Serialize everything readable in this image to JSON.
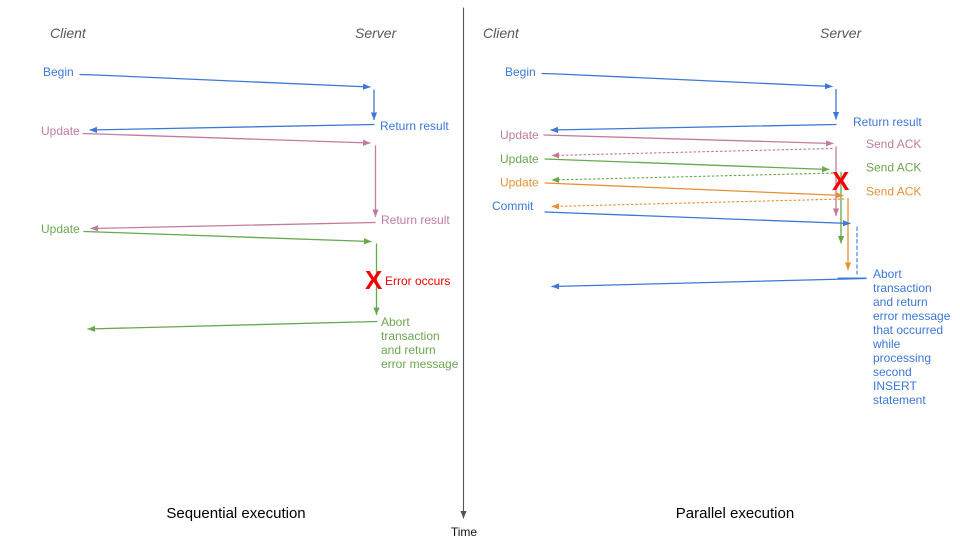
{
  "palette": {
    "blue": "#3c78d8",
    "pink": "#c27ba0",
    "green": "#6aa84f",
    "orange": "#e69138",
    "red": "#f40000",
    "header_gray": "#595959",
    "axis_gray": "#555555",
    "background": "#ffffff"
  },
  "time_axis": {
    "label": "Time"
  },
  "left": {
    "caption": "Sequential execution",
    "client": "Client",
    "server": "Server",
    "begin": {
      "label": "Begin",
      "result": "Return result"
    },
    "update1": {
      "label": "Update",
      "result": "Return result"
    },
    "update2": {
      "label": "Update",
      "error_mark": "X",
      "error": "Error occurs",
      "abort_lines": [
        "Abort",
        "transaction",
        "and return",
        "error message"
      ]
    }
  },
  "right": {
    "caption": "Parallel execution",
    "client": "Client",
    "server": "Server",
    "begin": {
      "label": "Begin",
      "result": "Return result"
    },
    "update1": {
      "label": "Update",
      "ack": "Send ACK"
    },
    "update2": {
      "label": "Update",
      "ack": "Send ACK"
    },
    "update3": {
      "label": "Update",
      "ack": "Send ACK"
    },
    "commit": {
      "label": "Commit",
      "error_mark": "X"
    },
    "abort_lines": [
      "Abort",
      "transaction",
      "and return",
      "error message",
      "that occurred",
      "while",
      "processing",
      "second",
      "INSERT",
      "statement"
    ]
  }
}
